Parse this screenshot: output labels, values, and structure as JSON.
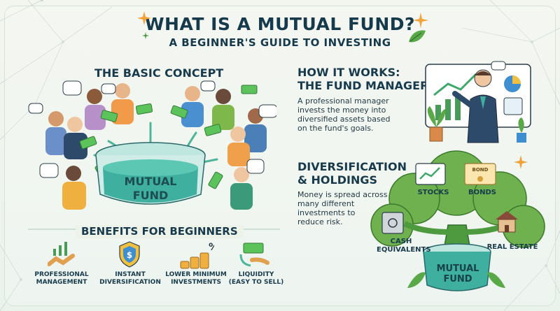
{
  "title": {
    "line1": "WHAT IS A MUTUAL FUND?",
    "line2": "A BEGINNER'S GUIDE TO INVESTING"
  },
  "basic_concept": {
    "heading": "THE BASIC CONCEPT",
    "pool_label_line1": "MUTUAL",
    "pool_label_line2": "FUND"
  },
  "how_it_works": {
    "heading_line1": "HOW IT WORKS:",
    "heading_line2": "THE FUND MANAGER",
    "body": [
      "A professional manager",
      "invests the money into",
      "diversified assets based",
      "on the fund's goals."
    ]
  },
  "diversification": {
    "heading_line1": "DIVERSIFICATION",
    "heading_line2": "& HOLDINGS",
    "body": [
      "Money is spread across",
      "many different",
      "investments to",
      "reduce risk."
    ],
    "holdings": {
      "stocks": "STOCKS",
      "bonds": "BONDS",
      "bond_certificate": "BOND",
      "cash_line1": "CASH",
      "cash_line2": "EQUIVALENTS",
      "real_estate": "REAL ESTATE"
    },
    "base_label_line1": "MUTUAL",
    "base_label_line2": "FUND"
  },
  "benefits": {
    "heading": "BENEFITS FOR BEGINNERS",
    "items": [
      {
        "line1": "PROFESSIONAL",
        "line2": "MANAGEMENT"
      },
      {
        "line1": "INSTANT",
        "line2": "DIVERSIFICATION"
      },
      {
        "line1": "LOWER MINIMUM",
        "line2": "INVESTMENTS"
      },
      {
        "line1": "LIQUIDITY",
        "line2": "(EASY TO SELL)"
      }
    ]
  },
  "icons": {
    "percent_symbol": "%",
    "dollar_symbol": "$"
  },
  "colors": {
    "navy": "#173b4d",
    "money_green": "#5cc35a",
    "tub_teal": "#3fb0a0",
    "tree_green": "#4e9a3e",
    "background": "#eef3ea"
  }
}
